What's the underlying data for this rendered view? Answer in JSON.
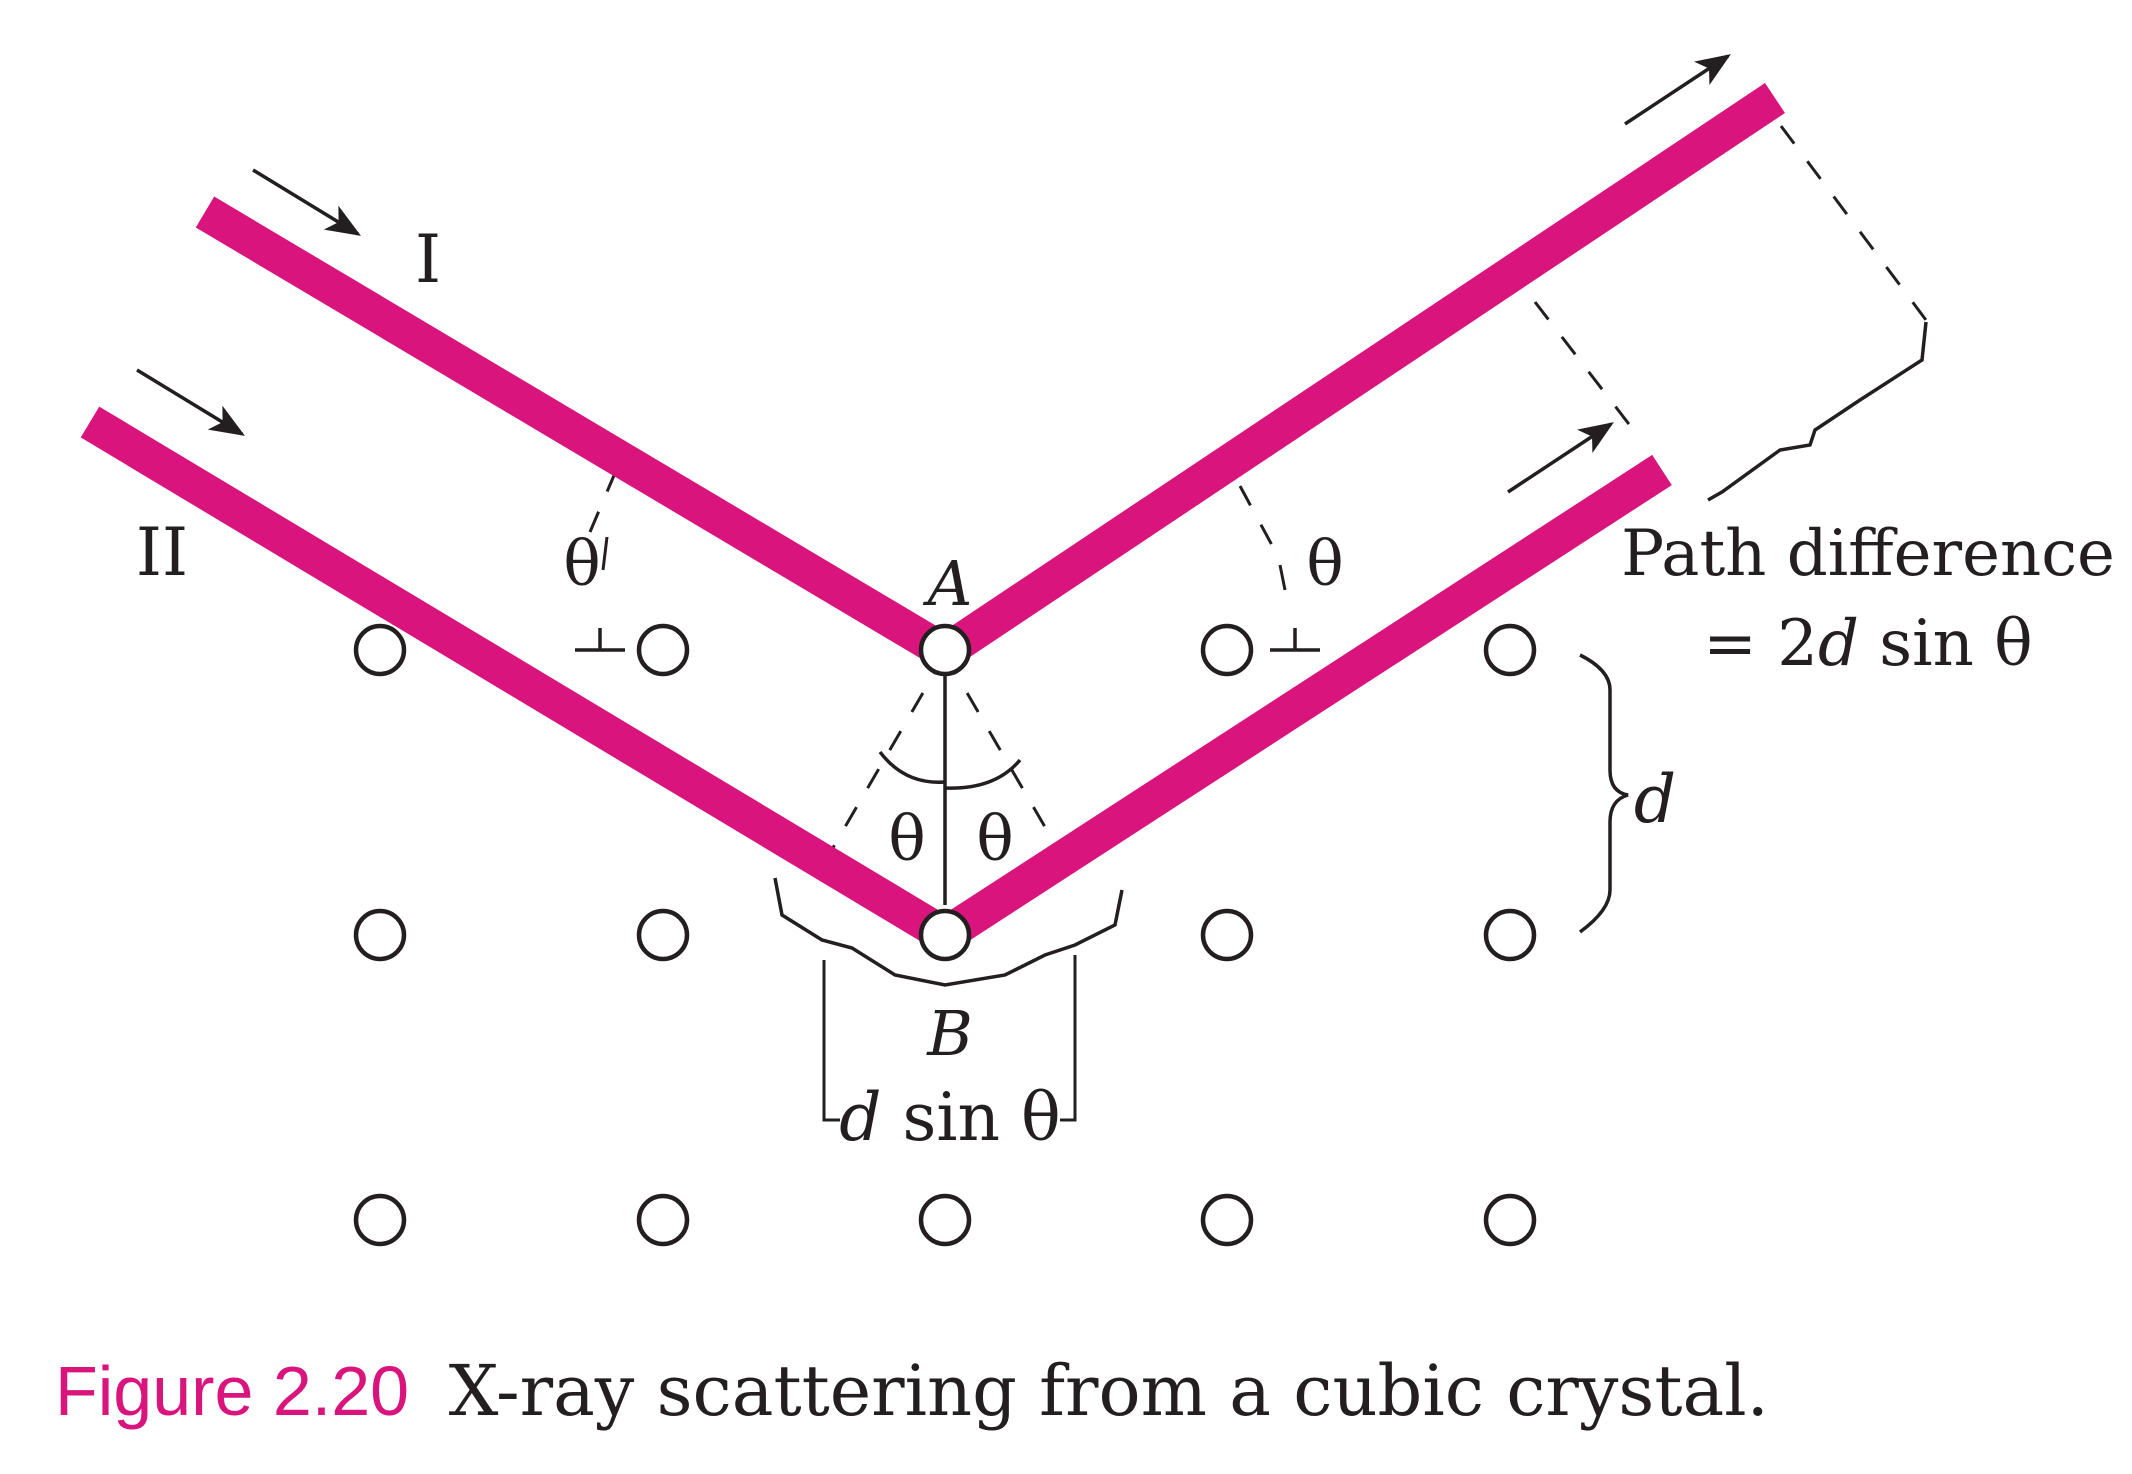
{
  "colors": {
    "beam": "#d9147d",
    "ink": "#231f20",
    "caption_number": "#d9147d",
    "background": "#ffffff"
  },
  "labels": {
    "ray_one": "I",
    "ray_two": "II",
    "point_a": "A",
    "point_b": "B",
    "theta": "θ",
    "spacing": "d",
    "half_path_prefix": "d",
    "half_path_suffix": " sin θ",
    "path_difference_line1": "Path difference",
    "path_difference_eq": "= 2",
    "path_difference_d": "d",
    "path_difference_tail": " sin θ"
  },
  "caption": {
    "number": "Figure 2.20",
    "text": "X-ray scattering from a cubic crystal."
  },
  "lattice": {
    "rows": 3,
    "columns": 5
  },
  "icons": {
    "incident_arrow": "arrow-icon",
    "scattered_arrow": "arrow-icon",
    "right_angle": "perpendicular-mark-icon"
  }
}
